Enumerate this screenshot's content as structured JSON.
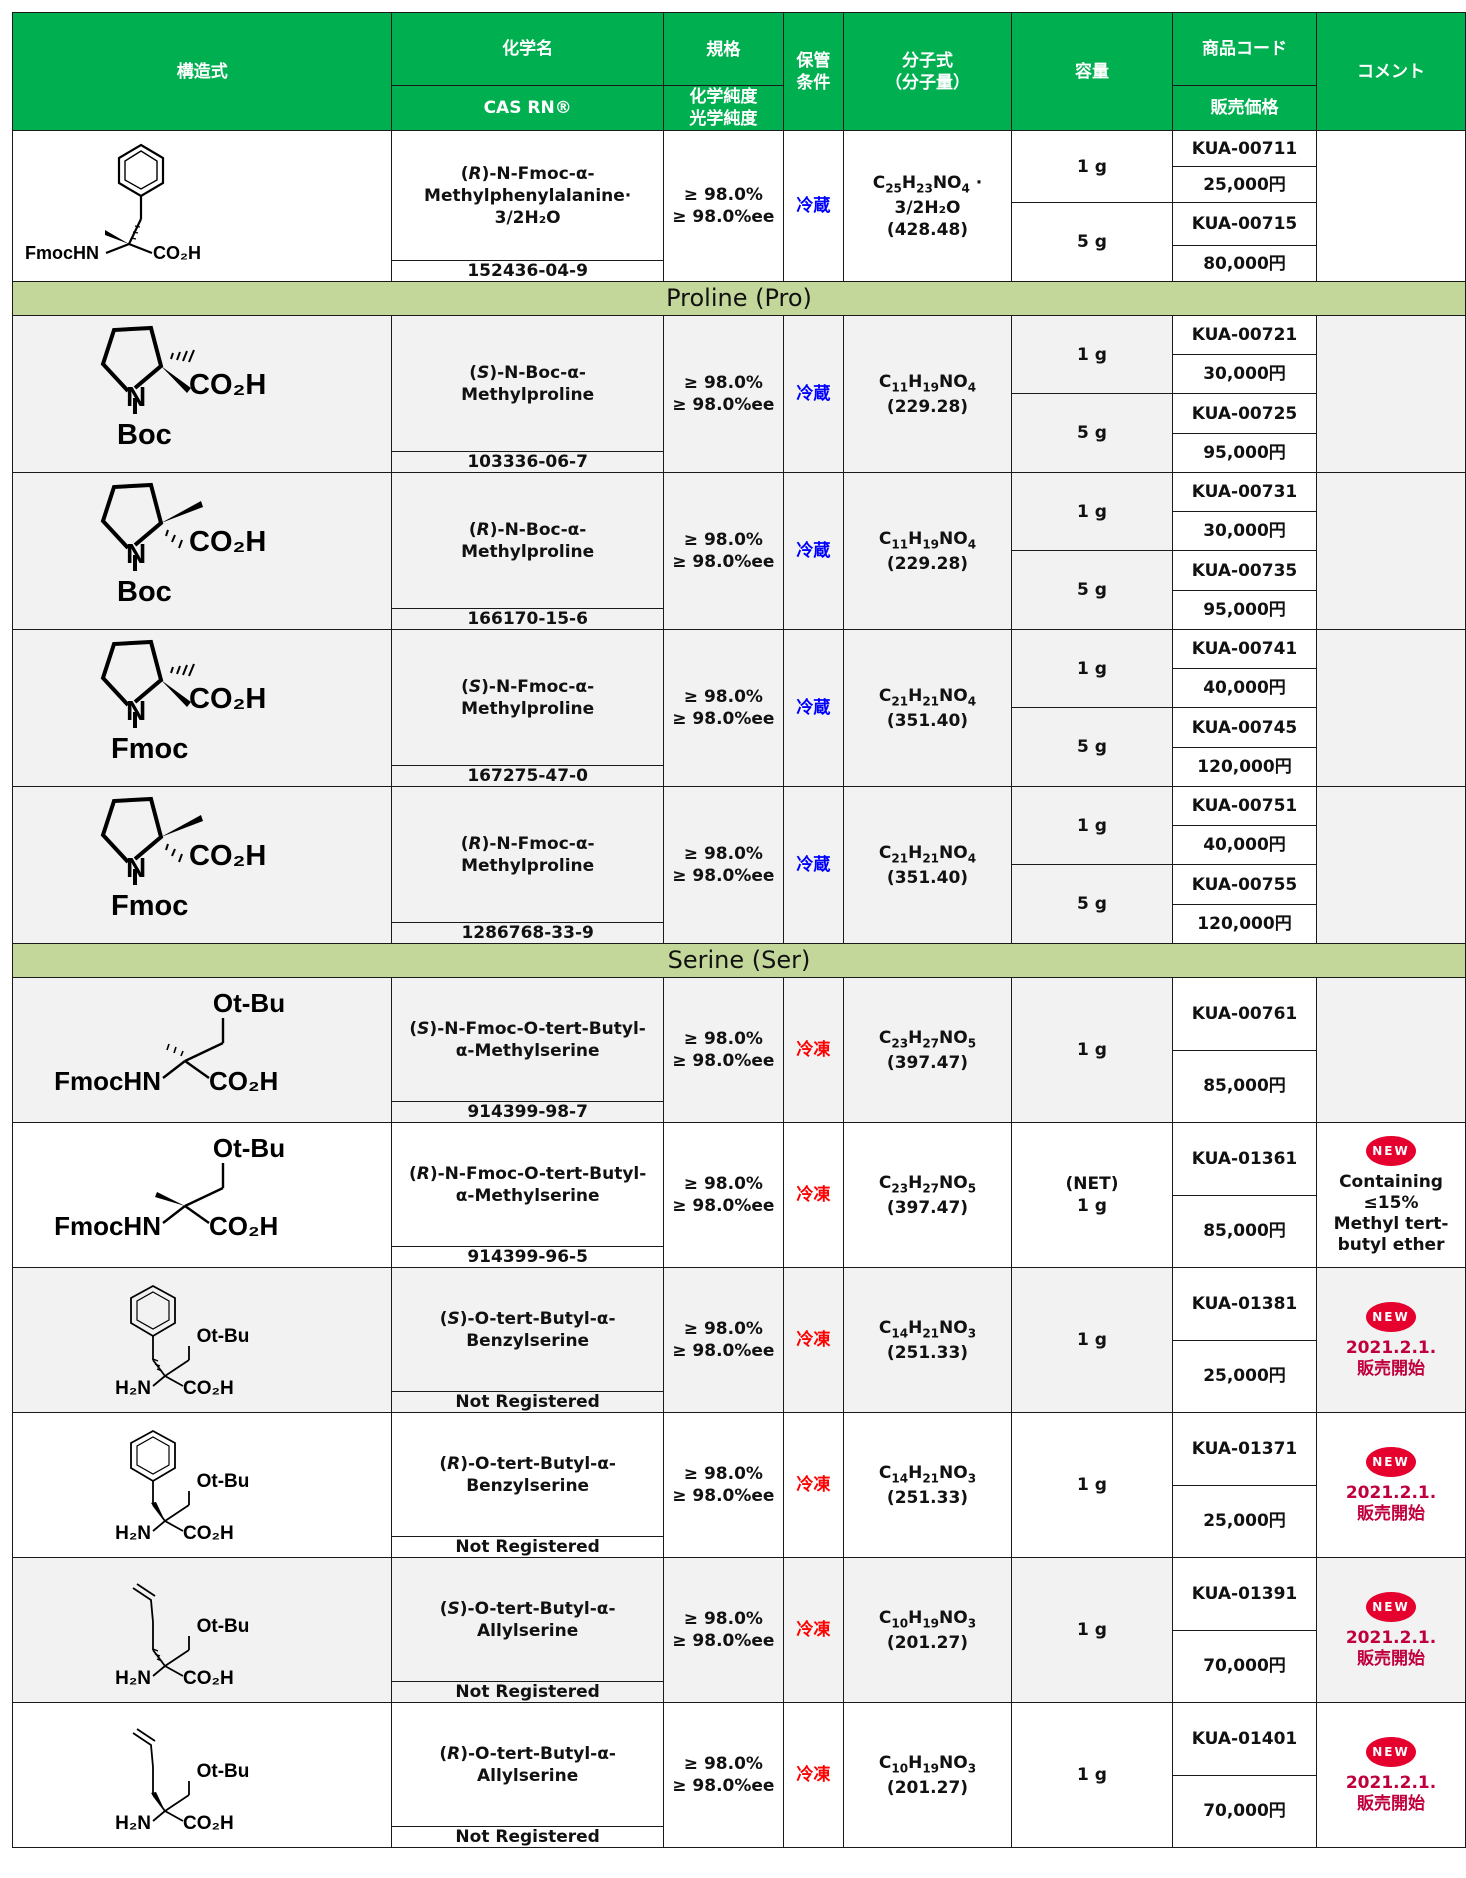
{
  "header": {
    "structure": "構造式",
    "chem_name": "化学名",
    "cas": "CAS RN®",
    "spec_top": "規格",
    "spec_bottom_1": "化学純度",
    "spec_bottom_2": "光学純度",
    "storage_1": "保管",
    "storage_2": "条件",
    "formula_1": "分子式",
    "formula_2": "（分子量）",
    "amount": "容量",
    "code": "商品コード",
    "price": "販売価格",
    "comment": "コメント"
  },
  "sections": {
    "proline": "Proline (Pro)",
    "serine": "Serine (Ser)"
  },
  "spec": {
    "chem": "≥ 98.0%",
    "opt": "≥ 98.0%ee"
  },
  "storage": {
    "cold": "冷蔵",
    "frozen": "冷凍"
  },
  "new_badge": "NEW",
  "products": [
    {
      "name_prefix": "(",
      "name_config": "R",
      "name_rest": ")-N-Fmoc-α-",
      "name_line2": "Methylphenylalanine·",
      "name_line3": "3/2H₂O",
      "cas": "152436-04-9",
      "formula": "C25H23NO4 ·",
      "formula_line2": "3/2H₂O",
      "mw": "(428.48)",
      "amounts": [
        "1 g",
        "5 g"
      ],
      "codes": [
        "KUA-00711",
        "KUA-00715"
      ],
      "prices": [
        "25,000円",
        "80,000円"
      ],
      "structure_labels": {
        "left": "FmocHN",
        "right": "CO₂H"
      }
    },
    {
      "name_prefix": "(",
      "name_config": "S",
      "name_rest": ")-N-Boc-α-",
      "name_line2": "Methylproline",
      "cas": "103336-06-7",
      "mw": "(229.28)",
      "amounts": [
        "1 g",
        "5 g"
      ],
      "codes": [
        "KUA-00721",
        "KUA-00725"
      ],
      "prices": [
        "30,000円",
        "95,000円"
      ],
      "structure_labels": {
        "n": "N",
        "acid": "CO₂H",
        "pg": "Boc"
      }
    },
    {
      "name_prefix": "(",
      "name_config": "R",
      "name_rest": ")-N-Boc-α-",
      "name_line2": "Methylproline",
      "cas": "166170-15-6",
      "mw": "(229.28)",
      "amounts": [
        "1 g",
        "5 g"
      ],
      "codes": [
        "KUA-00731",
        "KUA-00735"
      ],
      "prices": [
        "30,000円",
        "95,000円"
      ],
      "structure_labels": {
        "n": "N",
        "acid": "CO₂H",
        "pg": "Boc"
      }
    },
    {
      "name_prefix": "(",
      "name_config": "S",
      "name_rest": ")-N-Fmoc-α-",
      "name_line2": "Methylproline",
      "cas": "167275-47-0",
      "mw": "(351.40)",
      "amounts": [
        "1 g",
        "5 g"
      ],
      "codes": [
        "KUA-00741",
        "KUA-00745"
      ],
      "prices": [
        "40,000円",
        "120,000円"
      ],
      "structure_labels": {
        "n": "N",
        "acid": "CO₂H",
        "pg": "Fmoc"
      }
    },
    {
      "name_prefix": "(",
      "name_config": "R",
      "name_rest": ")-N-Fmoc-α-",
      "name_line2": "Methylproline",
      "cas": "1286768-33-9",
      "mw": "(351.40)",
      "amounts": [
        "1 g",
        "5 g"
      ],
      "codes": [
        "KUA-00751",
        "KUA-00755"
      ],
      "prices": [
        "40,000円",
        "120,000円"
      ],
      "structure_labels": {
        "n": "N",
        "acid": "CO₂H",
        "pg": "Fmoc"
      }
    },
    {
      "name_prefix": "(",
      "name_config": "S",
      "name_rest": ")-N-Fmoc-O-tert-Butyl-",
      "name_line2": "α-Methylserine",
      "cas": "914399-98-7",
      "mw": "(397.47)",
      "amount": "1 g",
      "code": "KUA-00761",
      "price": "85,000円",
      "structure_labels": {
        "top": "Ot-Bu",
        "left": "FmocHN",
        "right": "CO₂H"
      }
    },
    {
      "name_prefix": "(",
      "name_config": "R",
      "name_rest": ")-N-Fmoc-O-tert-Butyl-",
      "name_line2": "α-Methylserine",
      "cas": "914399-96-5",
      "mw": "(397.47)",
      "amount_line1": "(NET)",
      "amount": "1 g",
      "code": "KUA-01361",
      "price": "85,000円",
      "comment_lines": [
        "Containing",
        "≤15%",
        "Methyl tert-",
        "butyl ether"
      ],
      "structure_labels": {
        "top": "Ot-Bu",
        "left": "FmocHN",
        "right": "CO₂H"
      }
    },
    {
      "name_prefix": "(",
      "name_config": "S",
      "name_rest": ")-O-tert-Butyl-α-",
      "name_line2": "Benzylserine",
      "cas": "Not Registered",
      "mw": "(251.33)",
      "amount": "1 g",
      "code": "KUA-01381",
      "price": "25,000円",
      "comment_lines": [
        "2021.2.1.",
        "販売開始"
      ],
      "structure_labels": {
        "top": "Ot-Bu",
        "left": "H₂N",
        "right": "CO₂H"
      }
    },
    {
      "name_prefix": "(",
      "name_config": "R",
      "name_rest": ")-O-tert-Butyl-α-",
      "name_line2": "Benzylserine",
      "cas": "Not Registered",
      "mw": "(251.33)",
      "amount": "1 g",
      "code": "KUA-01371",
      "price": "25,000円",
      "comment_lines": [
        "2021.2.1.",
        "販売開始"
      ],
      "structure_labels": {
        "top": "Ot-Bu",
        "left": "H₂N",
        "right": "CO₂H"
      }
    },
    {
      "name_prefix": "(",
      "name_config": "S",
      "name_rest": ")-O-tert-Butyl-α-",
      "name_line2": "Allylserine",
      "cas": "Not Registered",
      "mw": "(201.27)",
      "amount": "1 g",
      "code": "KUA-01391",
      "price": "70,000円",
      "comment_lines": [
        "2021.2.1.",
        "販売開始"
      ],
      "structure_labels": {
        "top": "Ot-Bu",
        "left": "H₂N",
        "right": "CO₂H"
      }
    },
    {
      "name_prefix": "(",
      "name_config": "R",
      "name_rest": ")-O-tert-Butyl-α-",
      "name_line2": "Allylserine",
      "cas": "Not Registered",
      "mw": "(201.27)",
      "amount": "1 g",
      "code": "KUA-01401",
      "price": "70,000円",
      "comment_lines": [
        "2021.2.1.",
        "販売開始"
      ],
      "structure_labels": {
        "top": "Ot-Bu",
        "left": "H₂N",
        "right": "CO₂H"
      }
    }
  ],
  "formulas": {
    "c11": {
      "c": "C",
      "c_n": "11",
      "h": "H",
      "h_n": "19",
      "rest": "NO",
      "o_n": "4"
    },
    "c21": {
      "c": "C",
      "c_n": "21",
      "h": "H",
      "h_n": "21",
      "rest": "NO",
      "o_n": "4"
    },
    "c23": {
      "c": "C",
      "c_n": "23",
      "h": "H",
      "h_n": "27",
      "rest": "NO",
      "o_n": "5"
    },
    "c14": {
      "c": "C",
      "c_n": "14",
      "h": "H",
      "h_n": "21",
      "rest": "NO",
      "o_n": "3"
    },
    "c10": {
      "c": "C",
      "c_n": "10",
      "h": "H",
      "h_n": "19",
      "rest": "NO",
      "o_n": "3"
    },
    "c25": {
      "c": "C",
      "c_n": "25",
      "h": "H",
      "h_n": "23",
      "rest": "NO",
      "o_n": "4"
    }
  }
}
